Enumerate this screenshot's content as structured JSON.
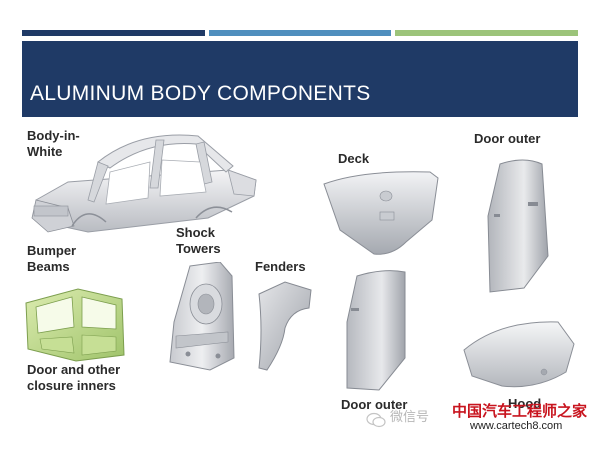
{
  "slide": {
    "title": "ALUMINUM BODY COMPONENTS",
    "colors": {
      "title_band": "#1f3a66",
      "accent_dark_blue": "#1f3a66",
      "accent_light_blue": "#4f8fbe",
      "accent_green": "#9cc47a",
      "label_text": "#2a2a2a"
    },
    "labels": {
      "body_in_white_line1": "Body-in-",
      "body_in_white_line2": "White",
      "bumper_beams_line1": "Bumper",
      "bumper_beams_line2": "Beams",
      "shock_towers_line1": "Shock",
      "shock_towers_line2": "Towers",
      "fenders": "Fenders",
      "deck": "Deck",
      "door_outer_top": "Door outer",
      "door_inners_line1": "Door and other",
      "door_inners_line2": "closure inners",
      "door_outer_bottom": "Door outer",
      "hood": "Hood"
    },
    "images": {
      "body_in_white": "car-body-frame-image",
      "door_inner": "door-inner-frame-image",
      "shock_tower": "shock-tower-image",
      "fender": "fender-panel-image",
      "deck": "trunk-deck-lid-image",
      "door_outer_top": "door-outer-panel-image",
      "door_outer_bottom": "door-outer-panel-image",
      "hood": "hood-panel-image"
    }
  },
  "watermark": {
    "wechat_text": "微信号",
    "cn_text": "中国汽车工程师之家",
    "url": "www.cartech8.com"
  }
}
